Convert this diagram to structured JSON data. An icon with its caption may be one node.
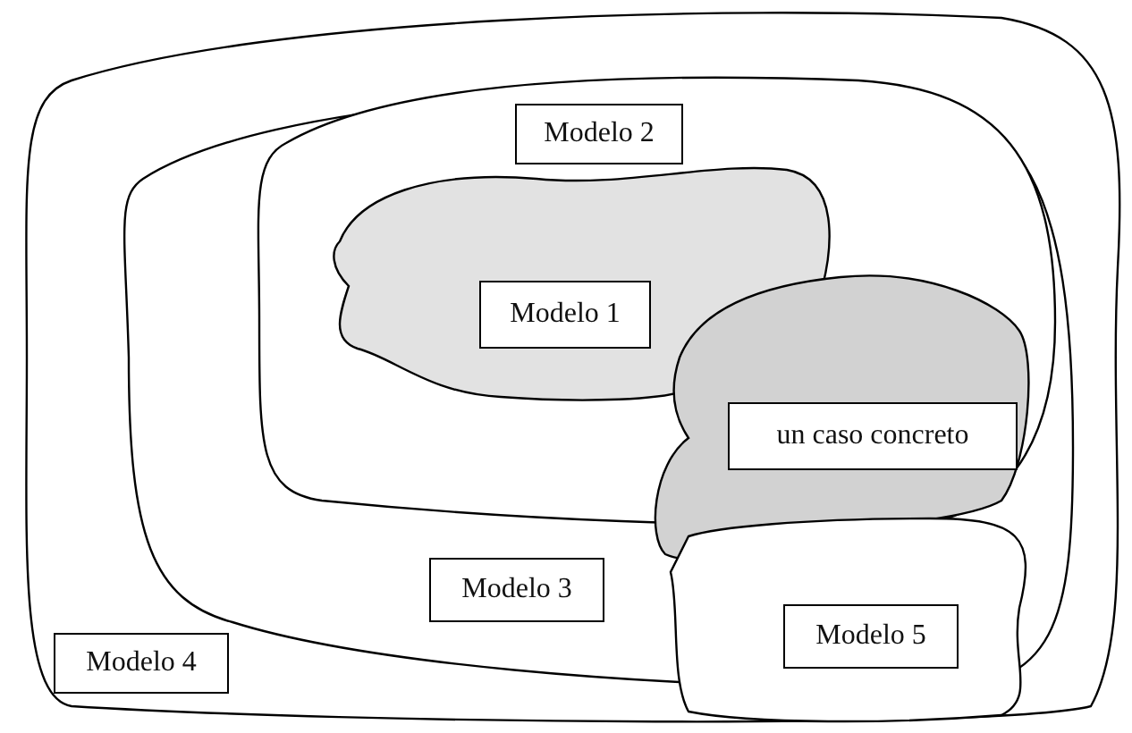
{
  "diagram": {
    "nodes": [
      {
        "text": [
          "Modelo 4"
        ]
      },
      {
        "text": [
          "Modelo 3"
        ],
        "in": 0
      },
      {
        "text": [
          "Modelo 2"
        ],
        "in": 1
      },
      {
        "text": [
          "Modelo 1"
        ],
        "in": 2
      },
      {
        "text": [
          "Modelo 5"
        ],
        "in": 0
      },
      {
        "text": [
          "un caso concreto"
        ],
        "in": 1
      }
    ]
  }
}
